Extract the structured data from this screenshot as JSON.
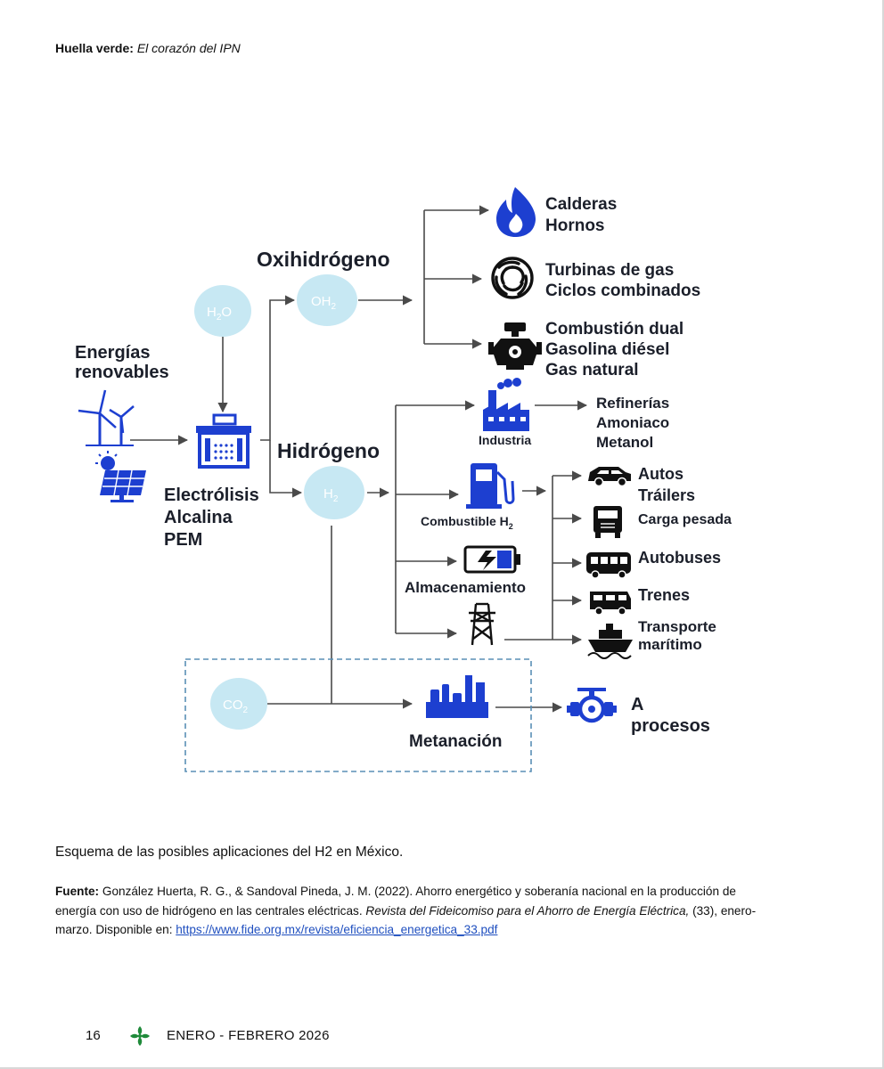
{
  "header": {
    "title_bold": "Huella verde:",
    "title_italic": "El corazón del IPN"
  },
  "diagram": {
    "energias": [
      "Energías",
      "renovables"
    ],
    "h2o": "H",
    "h2o_sub": "2",
    "h2o_end": "O",
    "electrolisis": [
      "Electrólisis",
      "Alcalina",
      "PEM"
    ],
    "oxihidrogeno": "Oxihidrógeno",
    "oh2": "OH",
    "oh2_sub": "2",
    "hidrogeno": "Hidrógeno",
    "h2": "H",
    "h2_sub": "2",
    "co2": "CO",
    "co2_sub": "2",
    "calderas": [
      "Calderas",
      "Hornos"
    ],
    "turbinas": [
      "Turbinas de gas",
      "Ciclos combinados"
    ],
    "combustion": [
      "Combustión dual",
      "Gasolina diésel",
      "Gas natural"
    ],
    "industria": "Industria",
    "refinerias": [
      "Refinerías",
      "Amoniaco",
      "Metanol"
    ],
    "combustible": "Combustible H",
    "combustible_sub": "2",
    "almacenamiento": "Almacenamiento",
    "autos": [
      "Autos",
      "Tráilers"
    ],
    "carga": "Carga pesada",
    "autobuses": "Autobuses",
    "trenes": "Trenes",
    "transporte": [
      "Transporte",
      "marítimo"
    ],
    "metanacion": "Metanación",
    "procesos": [
      "A",
      "procesos"
    ],
    "icons": [
      "wind-turbine-icon",
      "solar-panel-icon",
      "electrolyzer-icon",
      "flame-icon",
      "turbine-icon",
      "engine-icon",
      "factory-icon",
      "fuel-pump-icon",
      "battery-icon",
      "power-tower-icon",
      "car-icon",
      "truck-icon",
      "bus-icon",
      "train-icon",
      "ship-icon",
      "refinery-icon",
      "valve-icon"
    ],
    "colors": {
      "icon_blue": "#1d3fd0",
      "bubble": "#c7e8f3",
      "dashed_box": "#5a8fb5"
    }
  },
  "caption": "Esquema de las posibles aplicaciones del H2 en México.",
  "source": {
    "label": "Fuente:",
    "text1": " González Huerta, R. G., & Sandoval Pineda, J. M. (2022). Ahorro energético y soberanía nacional en la producción de energía con uso de hidrógeno en las centrales eléctricas. ",
    "journal": "Revista del Fideicomiso para el Ahorro de Energía Eléctrica,",
    "text2": " (33), enero-marzo. Disponible en: ",
    "link": "https://www.fide.org.mx/revista/eficiencia_energetica_33.pdf"
  },
  "footer": {
    "page": "16",
    "issue": "ENERO - FEBRERO 2026"
  }
}
